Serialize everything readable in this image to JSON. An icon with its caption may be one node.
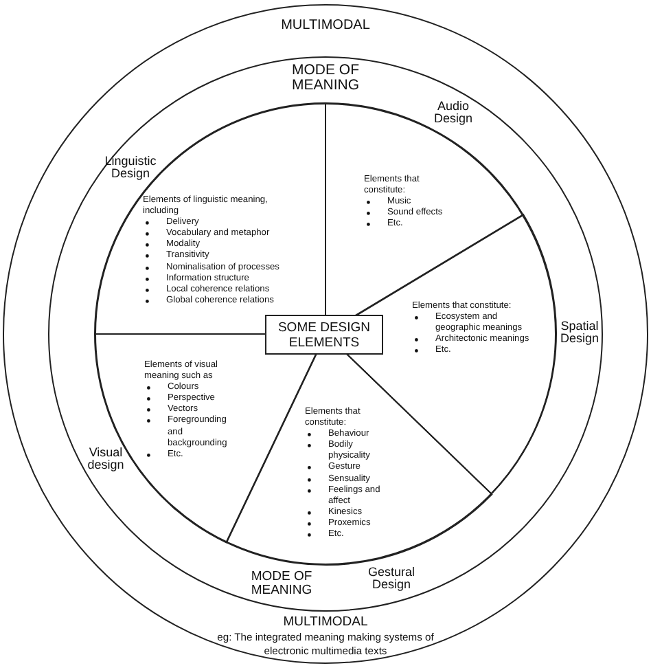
{
  "diagram": {
    "nodes": [
      {
        "text": [
          "MULTIMODAL",
          "MULTIMODAL",
          "eg: The integrated meaning making systems of electronic multimedia texts"
        ]
      },
      {
        "text": [
          "MODE OF MEANING",
          "MODE OF MEANING"
        ],
        "in": 0
      },
      {
        "text": [],
        "shape": "circle",
        "in": 1
      },
      {
        "text": [
          "Elements of linguistic meaning, including",
          "Delivery",
          "Vocabulary and metaphor",
          "Modality",
          "Transitivity",
          "Nominalisation of processes",
          "Information structure",
          "Local coherence relations",
          "Global coherence relations"
        ],
        "in": 2,
        "beside": [
          "Linguistic Design"
        ]
      },
      {
        "text": [
          "Elements that constitute:",
          "Music",
          "Sound effects",
          "Etc."
        ],
        "in": 2,
        "beside": [
          "Audio Design"
        ]
      },
      {
        "text": [
          "SOME DESIGN ELEMENTS"
        ],
        "in": 2
      },
      {
        "text": [
          "Elements that constitute:",
          "Ecosystem and geographic meanings",
          "Architectonic meanings",
          "Etc."
        ],
        "in": 2,
        "beside": [
          "Spatial Design"
        ]
      },
      {
        "text": [
          "Elements of visual meaning such as",
          "Colours",
          "Perspective",
          "Vectors",
          "Foregrounding and backgrounding",
          "Etc."
        ],
        "in": 2,
        "beside": [
          "Visual design"
        ]
      },
      {
        "text": [
          "Elements that constitute:",
          "Behaviour",
          "Bodily physicality",
          "Gesture",
          "Sensuality",
          "Feelings and affect",
          "Kinesics",
          "Proxemics",
          "Etc."
        ],
        "in": 2,
        "beside": [
          "Gestural Design"
        ]
      }
    ]
  }
}
